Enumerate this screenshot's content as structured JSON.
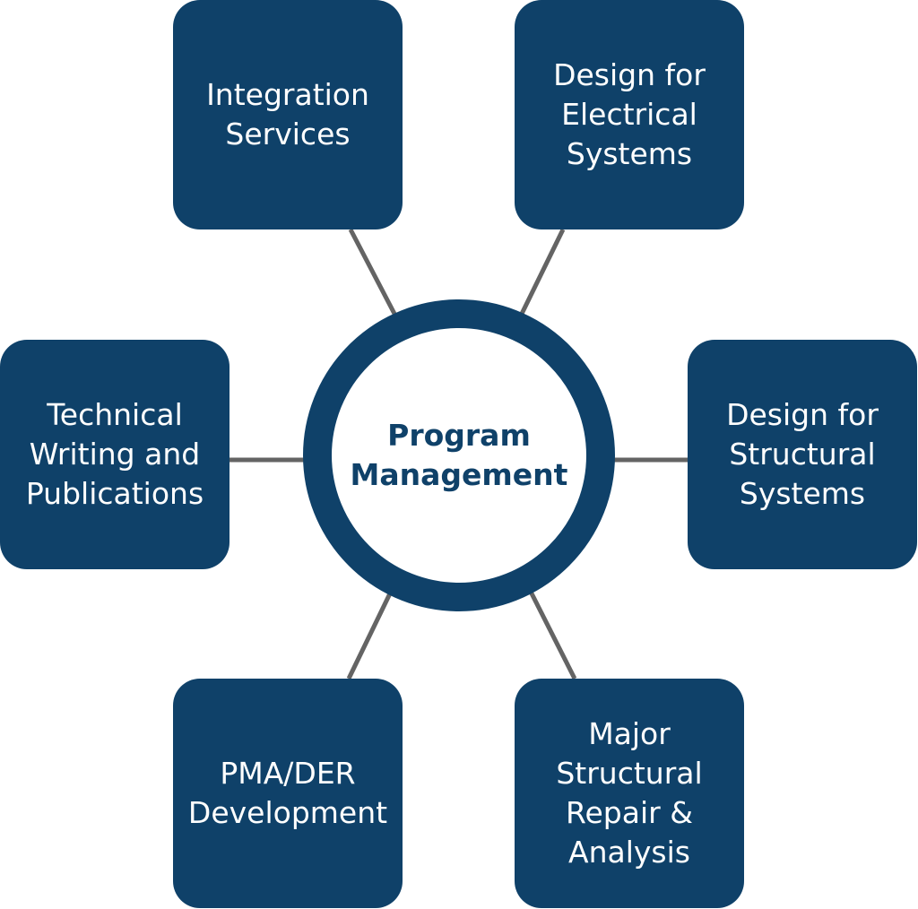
{
  "colors": {
    "node_fill": "#0f4169",
    "hub_ring": "#0f4169",
    "hub_text": "#0f4169",
    "node_text": "#ffffff",
    "connector": "#646464",
    "background": "#ffffff"
  },
  "hub": {
    "lines": [
      "Program",
      "Management"
    ]
  },
  "nodes": {
    "integration": {
      "lines": [
        "Integration",
        "Services"
      ]
    },
    "electrical": {
      "lines": [
        "Design for",
        "Electrical",
        "Systems"
      ]
    },
    "technical": {
      "lines": [
        "Technical",
        "Writing and",
        "Publications"
      ]
    },
    "structural": {
      "lines": [
        "Design for",
        "Structural",
        "Systems"
      ]
    },
    "pma": {
      "lines": [
        "PMA/DER",
        "Development"
      ]
    },
    "repair": {
      "lines": [
        "Major",
        "Structural",
        "Repair &",
        "Analysis"
      ]
    }
  }
}
